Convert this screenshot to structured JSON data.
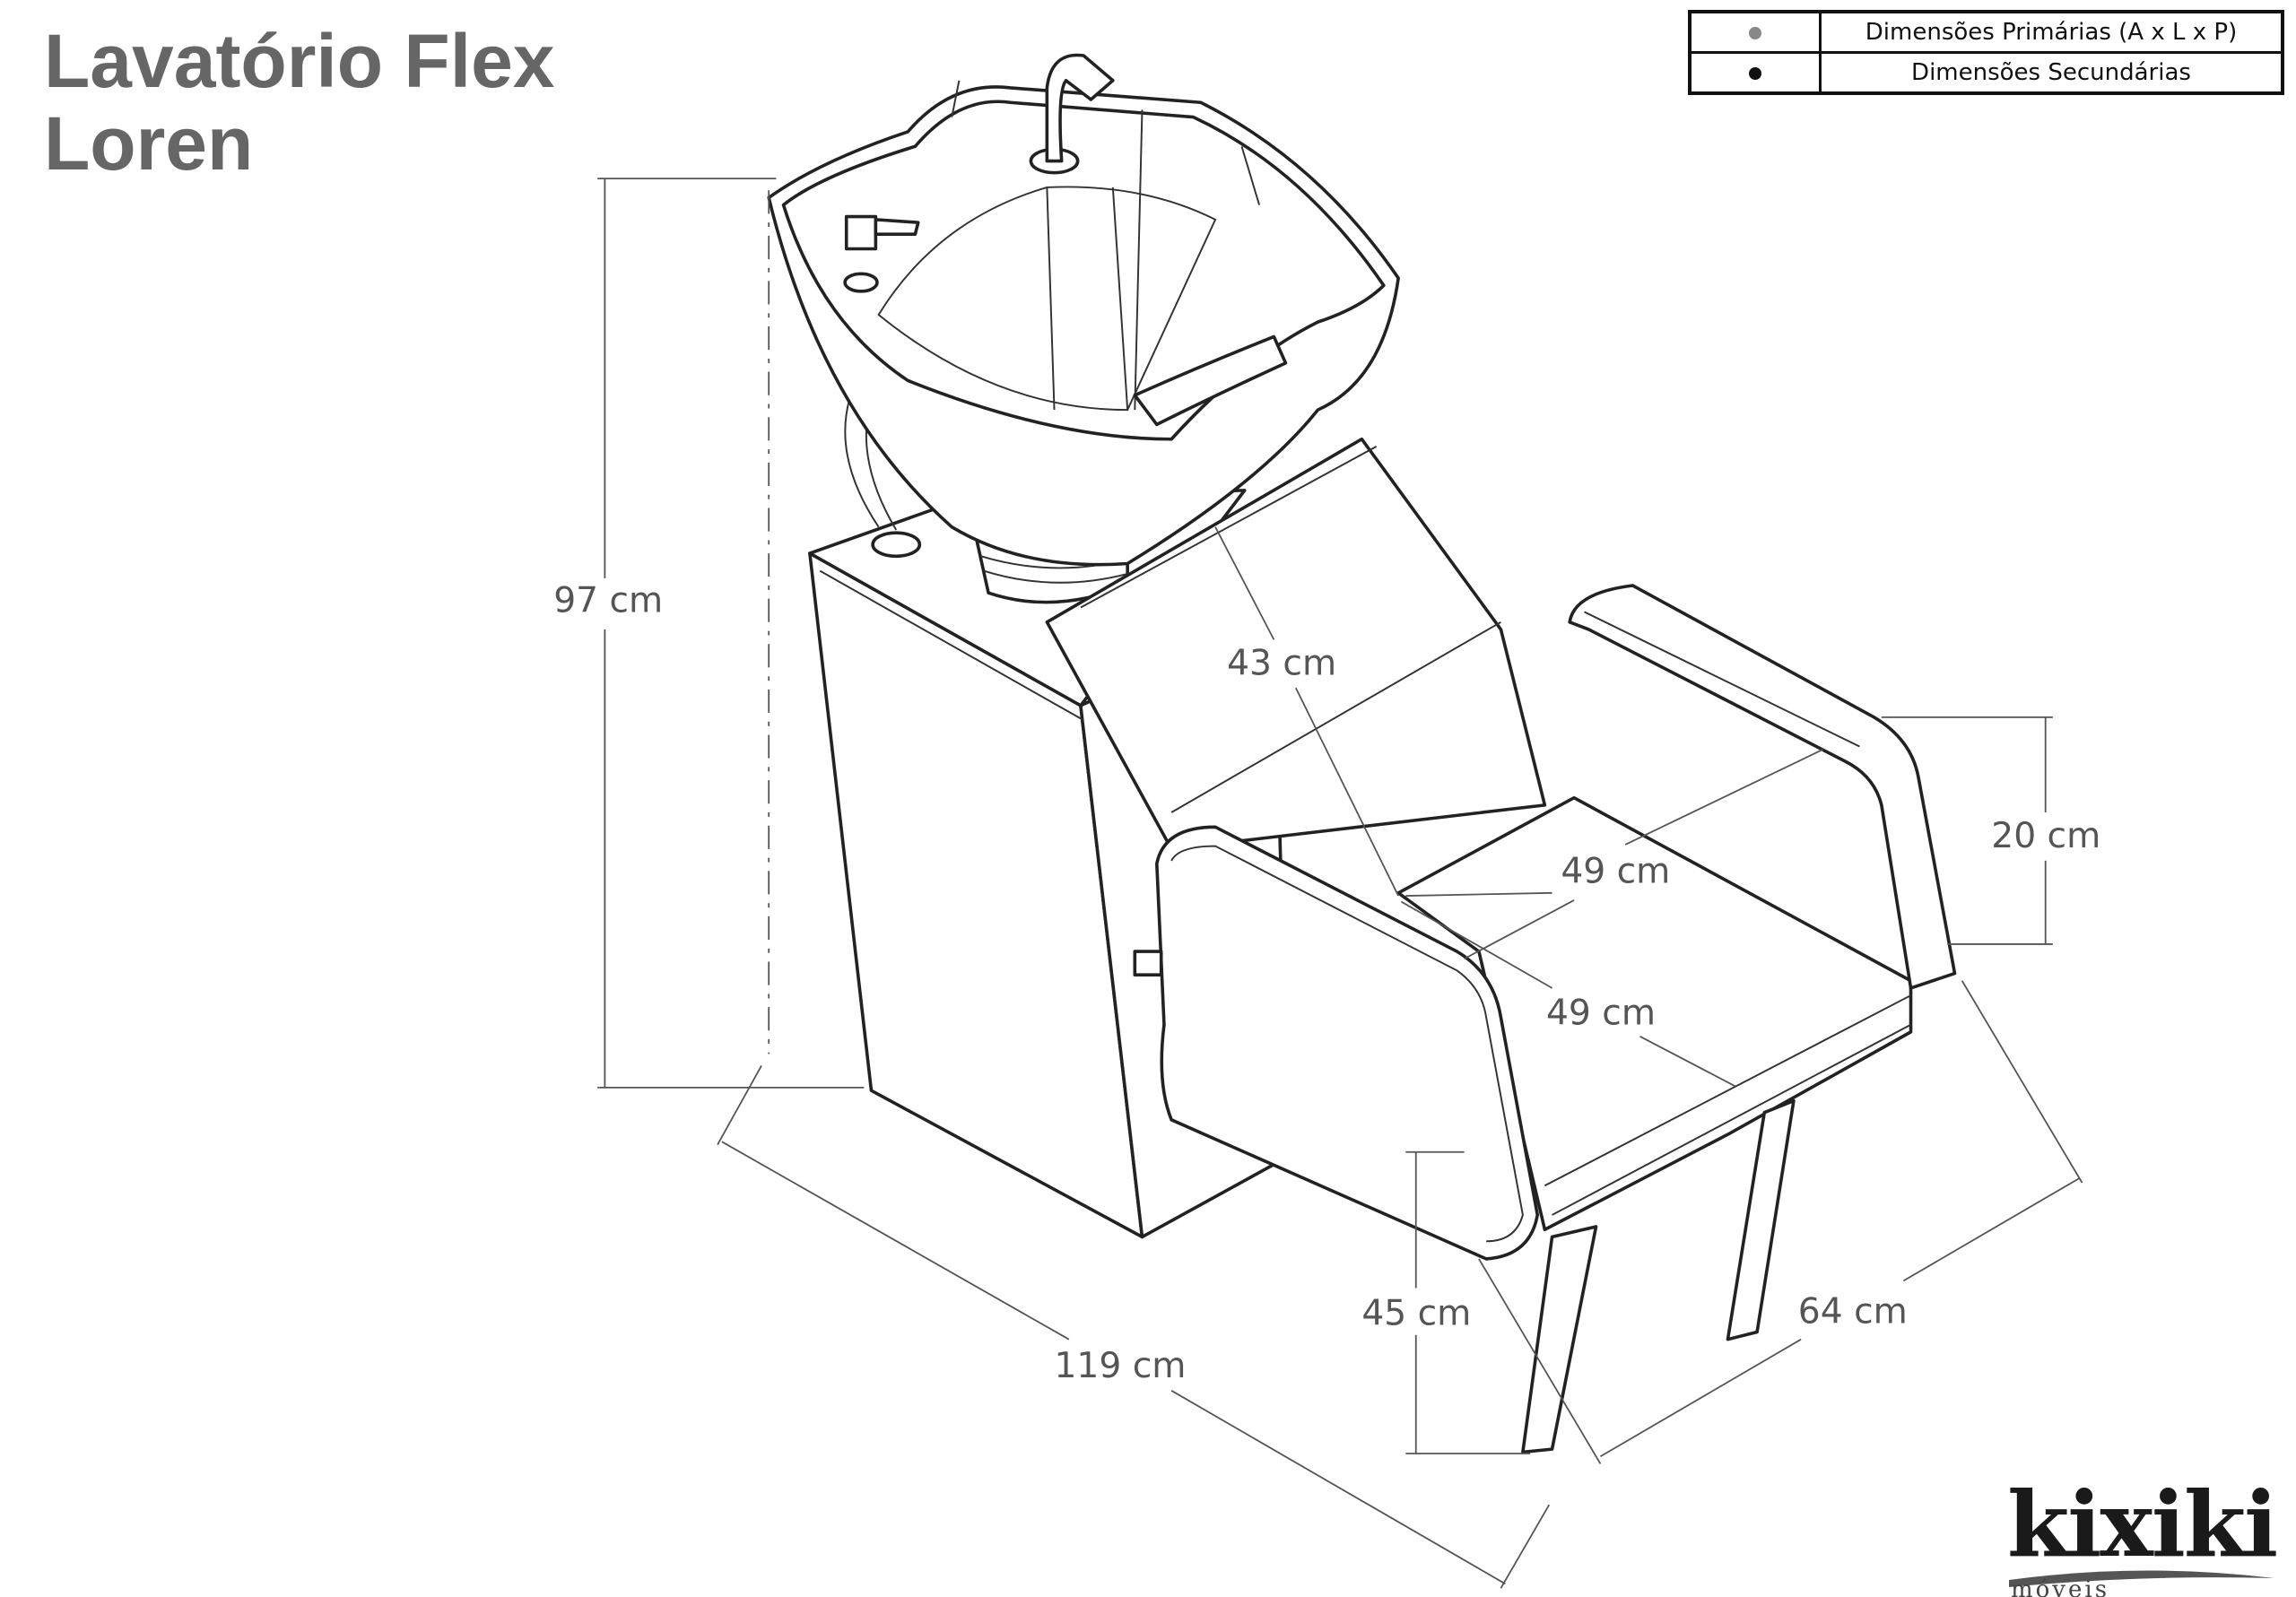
{
  "title": {
    "line1": "Lavatório Flex",
    "line2": "Loren"
  },
  "legend": [
    {
      "label": "Dimensões Primárias (A x L x P)",
      "dot_color": "#888888"
    },
    {
      "label": "Dimensões Secundárias",
      "dot_color": "#111111"
    }
  ],
  "dimensions": {
    "height_total": "97 cm",
    "backrest": "43 cm",
    "armrest_height": "20 cm",
    "seat_width": "49 cm",
    "seat_depth": "49 cm",
    "seat_height": "45 cm",
    "width_total": "64 cm",
    "length_total": "119 cm"
  },
  "logo": {
    "brand": "kixiki",
    "sub": "móveis"
  }
}
